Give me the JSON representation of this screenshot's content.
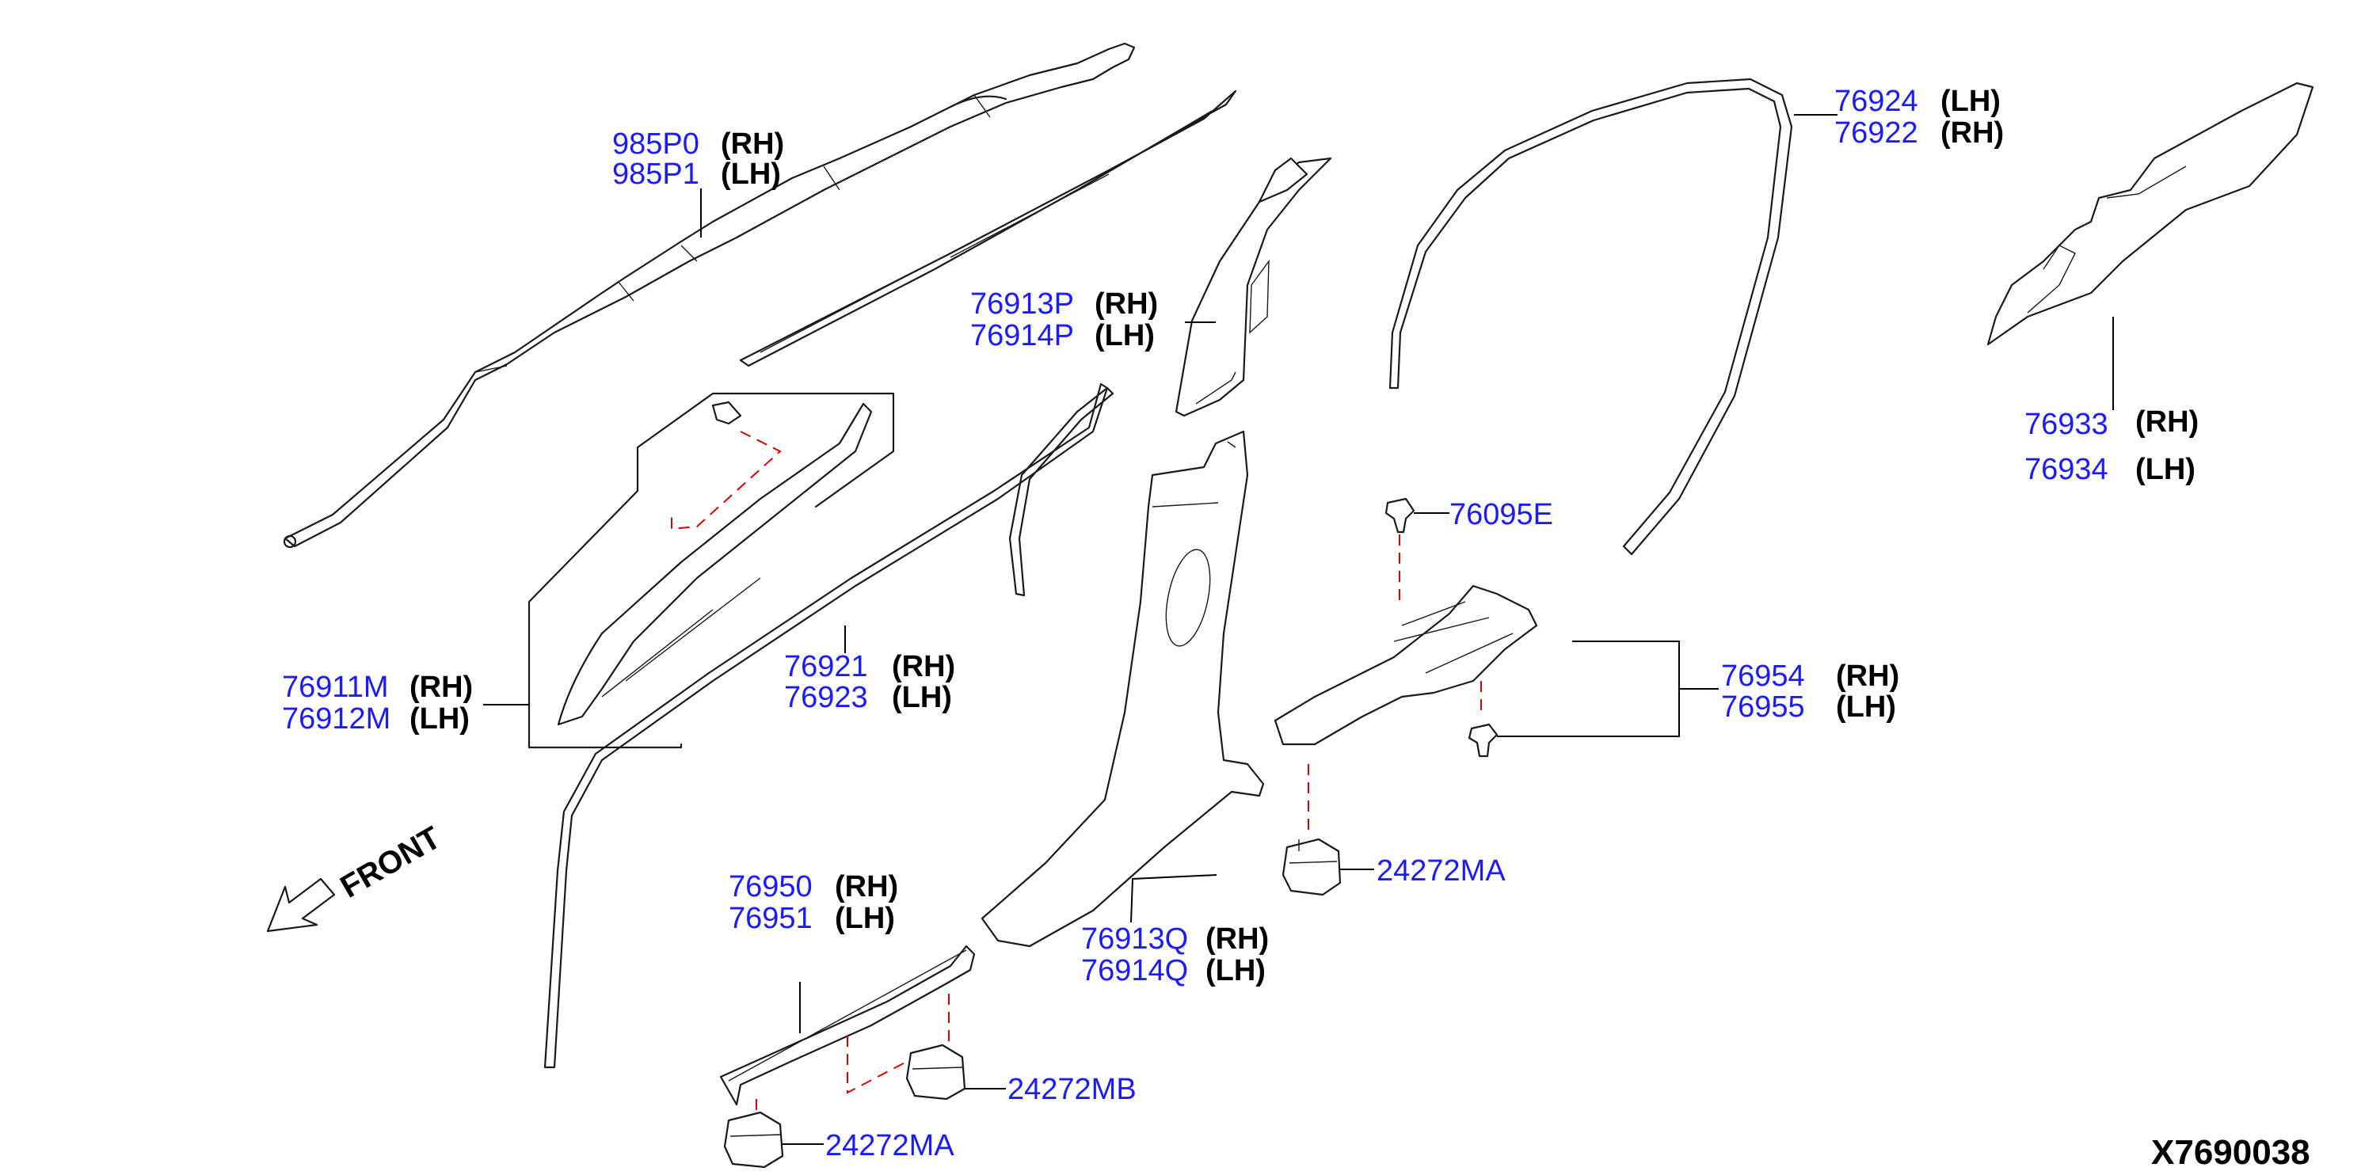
{
  "colors": {
    "part_number": "#1a1aff",
    "text": "#000000",
    "line": "#1a1a1a",
    "fastener_line": "#e00000"
  },
  "callouts": [
    {
      "id": "curtain-airbag",
      "lines": [
        {
          "pn": "985P0",
          "side": "(RH)"
        },
        {
          "pn": "985P1",
          "side": "(LH)"
        }
      ]
    },
    {
      "id": "b-pillar-upper",
      "lines": [
        {
          "pn": "76913P",
          "side": "(RH)"
        },
        {
          "pn": "76914P",
          "side": "(LH)"
        }
      ]
    },
    {
      "id": "a-pillar-garnish",
      "lines": [
        {
          "pn": "76911M",
          "side": "(RH)"
        },
        {
          "pn": "76912M",
          "side": "(LH)"
        }
      ]
    },
    {
      "id": "front-weatherstrip",
      "lines": [
        {
          "pn": "76921",
          "side": "(RH)"
        },
        {
          "pn": "76923",
          "side": "(LH)"
        }
      ]
    },
    {
      "id": "rear-weatherstrip",
      "lines": [
        {
          "pn": "76924",
          "side": "(LH)"
        },
        {
          "pn": "76922",
          "side": "(RH)"
        }
      ]
    },
    {
      "id": "rear-pillar-finisher",
      "lines": [
        {
          "pn": "76933",
          "side": "(RH)"
        },
        {
          "pn": "76934",
          "side": "(LH)"
        }
      ]
    },
    {
      "id": "clip-76095e",
      "lines": [
        {
          "pn": "76095E",
          "side": ""
        }
      ]
    },
    {
      "id": "rear-kicking-plate",
      "lines": [
        {
          "pn": "76954",
          "side": "(RH)"
        },
        {
          "pn": "76955",
          "side": "(LH)"
        }
      ]
    },
    {
      "id": "clip-24272ma-right",
      "lines": [
        {
          "pn": "24272MA",
          "side": ""
        }
      ]
    },
    {
      "id": "b-pillar-lower",
      "lines": [
        {
          "pn": "76913Q",
          "side": "(RH)"
        },
        {
          "pn": "76914Q",
          "side": "(LH)"
        }
      ]
    },
    {
      "id": "front-kicking-plate",
      "lines": [
        {
          "pn": "76950",
          "side": "(RH)"
        },
        {
          "pn": "76951",
          "side": "(LH)"
        }
      ]
    },
    {
      "id": "clip-24272mb",
      "lines": [
        {
          "pn": "24272MB",
          "side": ""
        }
      ]
    },
    {
      "id": "clip-24272ma-left",
      "lines": [
        {
          "pn": "24272MA",
          "side": ""
        }
      ]
    }
  ],
  "front_label": "FRONT",
  "diagram_ref": "X7690038"
}
